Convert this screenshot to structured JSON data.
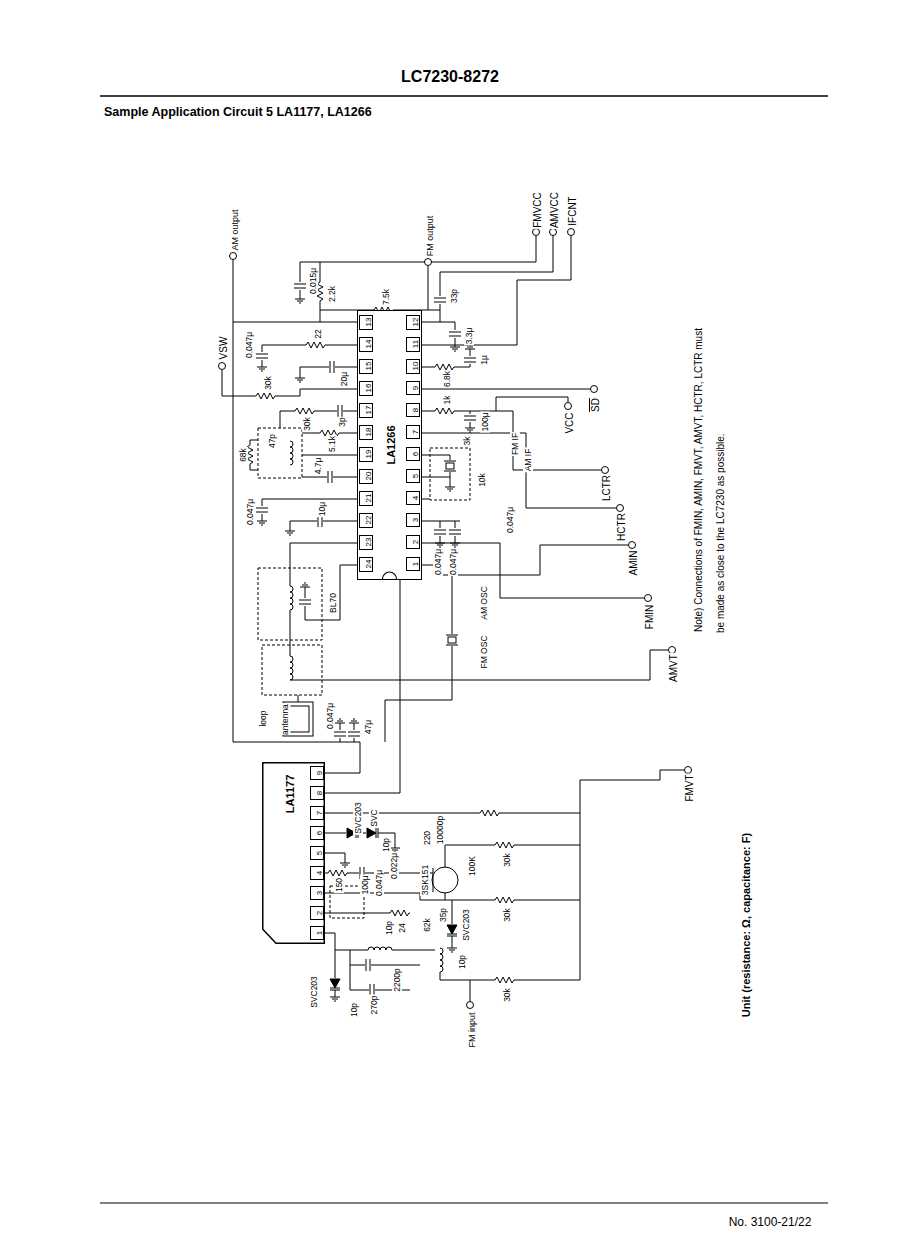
{
  "diagram": {
    "title": "Sample Application Circuit 5 LA1177, LA1266",
    "nodes": [
      {
        "text": [
          "LA1266"
        ]
      },
      {
        "text": [
          "1"
        ],
        "in": 0
      },
      {
        "text": [
          "2"
        ],
        "in": 0
      },
      {
        "text": [
          "3"
        ],
        "in": 0
      },
      {
        "text": [
          "4"
        ],
        "in": 0
      },
      {
        "text": [
          "5"
        ],
        "in": 0
      },
      {
        "text": [
          "6"
        ],
        "in": 0
      },
      {
        "text": [
          "7"
        ],
        "in": 0
      },
      {
        "text": [
          "8"
        ],
        "in": 0
      },
      {
        "text": [
          "9"
        ],
        "in": 0
      },
      {
        "text": [
          "10"
        ],
        "in": 0
      },
      {
        "text": [
          "11"
        ],
        "in": 0
      },
      {
        "text": [
          "12"
        ],
        "in": 0
      },
      {
        "text": [
          "13"
        ],
        "in": 0
      },
      {
        "text": [
          "14"
        ],
        "in": 0
      },
      {
        "text": [
          "15"
        ],
        "in": 0
      },
      {
        "text": [
          "16"
        ],
        "in": 0
      },
      {
        "text": [
          "17"
        ],
        "in": 0
      },
      {
        "text": [
          "18"
        ],
        "in": 0
      },
      {
        "text": [
          "19"
        ],
        "in": 0
      },
      {
        "text": [
          "20"
        ],
        "in": 0
      },
      {
        "text": [
          "21"
        ],
        "in": 0
      },
      {
        "text": [
          "22"
        ],
        "in": 0
      },
      {
        "text": [
          "23"
        ],
        "in": 0
      },
      {
        "text": [
          "24"
        ],
        "in": 0
      },
      {
        "text": [
          "LA1177"
        ]
      },
      {
        "text": [
          "1"
        ],
        "in": 25
      },
      {
        "text": [
          "2"
        ],
        "in": 25
      },
      {
        "text": [
          "3"
        ],
        "in": 25
      },
      {
        "text": [
          "4"
        ],
        "in": 25
      },
      {
        "text": [
          "5"
        ],
        "in": 25
      },
      {
        "text": [
          "6"
        ],
        "in": 25
      },
      {
        "text": [
          "7"
        ],
        "in": 25
      },
      {
        "text": [
          "8"
        ],
        "in": 25
      },
      {
        "text": [
          "9"
        ],
        "in": 25
      }
    ],
    "edges": [
      {
        "from": 25,
        "to": 0,
        "arrow": "none"
      }
    ],
    "labels": [
      "LC7230-8272",
      "No. 3100-21/22",
      "FMVCC",
      "AMVCC",
      "IFCNT",
      "AM output",
      "FM output",
      "VSW",
      "0.015μ",
      "2.2k",
      "7.5k",
      "33p",
      "3.3μ",
      "0.047μ",
      "22",
      "20μ",
      "30k",
      "30k",
      "3p",
      "5.1k",
      "47p",
      "68k",
      "4.7μ",
      "0.047μ",
      "10μ",
      "BL70",
      "loop antenna",
      "0.047μ",
      "47μ",
      "6.8k",
      "1μ",
      "1k",
      "100μ",
      "VCC",
      "SD",
      "3k",
      "10k",
      "FM IF",
      "AM IF",
      "0.047μ",
      "0.047μ",
      "0.047μ",
      "LCTR",
      "HCTR",
      "AMIN",
      "FMIN",
      "AM OSC",
      "FM OSC",
      "AMVT",
      "FMVT",
      "SVC203",
      "SVC",
      "10p",
      "0.022μ",
      "220",
      "10000p",
      "100K",
      "30k",
      "3SK151",
      "150",
      "100μ",
      "0.047μ",
      "10p",
      "24",
      "62k",
      "35p",
      "SVC203",
      "30k",
      "10p",
      "2200p",
      "270p",
      "10p",
      "SVC203",
      "30k",
      "FM input",
      "Note) Connections of FMIN, AMIN, FMVT, AMVT, HCTR, LCTR must be made as close to the LC7230 as possible.",
      "Unit (resistance: Ω, capacitance: F)"
    ]
  }
}
